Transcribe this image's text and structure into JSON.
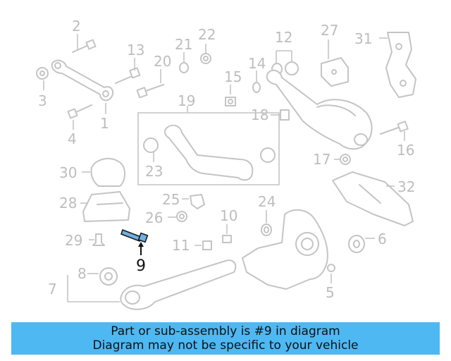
{
  "diagram": {
    "highlighted_part": "9",
    "part_numbers": [
      "2",
      "3",
      "1",
      "4",
      "13",
      "20",
      "21",
      "22",
      "15",
      "14",
      "12",
      "27",
      "31",
      "18",
      "16",
      "19",
      "23",
      "17",
      "30",
      "28",
      "25",
      "26",
      "24",
      "10",
      "11",
      "29",
      "32",
      "6",
      "8",
      "7",
      "5"
    ]
  },
  "banner": {
    "line1": "Part or sub-assembly is #9 in diagram",
    "line2": "Diagram may not be specific to your vehicle"
  },
  "colors": {
    "banner_bg": "#4eb8f3",
    "highlight_part": "#6fb0e0",
    "line_art": "#c4c4c4"
  }
}
